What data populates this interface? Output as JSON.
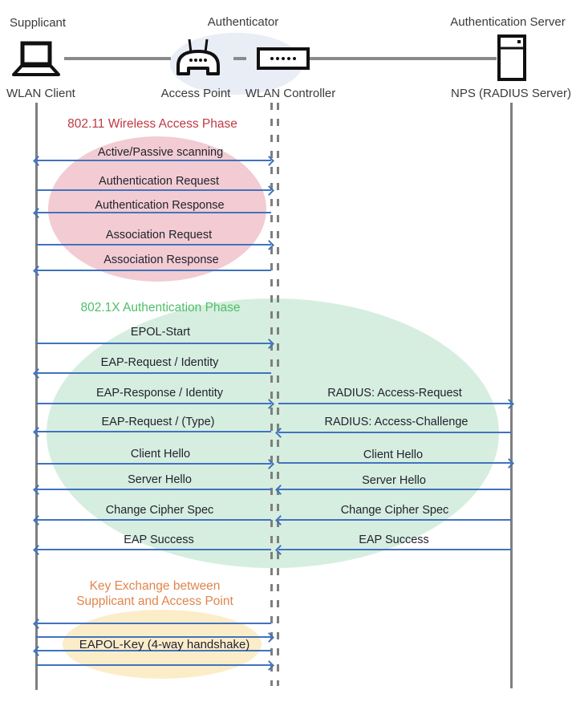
{
  "header": {
    "roles": {
      "supplicant": "Supplicant",
      "authenticator": "Authenticator",
      "auth_server": "Authentication Server"
    },
    "devices": {
      "client": "WLAN Client",
      "ap": "Access Point",
      "controller": "WLAN Controller",
      "server": "NPS (RADIUS Server)"
    }
  },
  "phases": {
    "wireless": {
      "title": "802.11 Wireless Access Phase",
      "color": "#BE3944",
      "fill": "#F2CCD2"
    },
    "dot1x": {
      "title": "802.1X Authentication Phase",
      "color": "#4FBE68",
      "fill": "#D6EEDF"
    },
    "key_exchange": {
      "title_line1": "Key Exchange between",
      "title_line2": "Supplicant and Access Point",
      "color": "#E2854B",
      "fill": "#FCEDC9"
    }
  },
  "messages": {
    "scanning": "Active/Passive scanning",
    "auth_request": "Authentication Request",
    "auth_response": "Authentication Response",
    "assoc_request": "Association Request",
    "assoc_response": "Association Response",
    "epol_start": "EPOL-Start",
    "eap_request_identity": "EAP-Request / Identity",
    "eap_response_identity": "EAP-Response / Identity",
    "radius_access_request": "RADIUS: Access-Request",
    "eap_request_type": "EAP-Request / (Type)",
    "radius_access_challenge": "RADIUS: Access-Challenge",
    "client_hello": "Client Hello",
    "server_hello": "Server Hello",
    "change_cipher": "Change Cipher Spec",
    "eap_success": "EAP Success",
    "eapol_key": "EAPOL-Key (4-way handshake)"
  },
  "colors": {
    "arrow": "#4173BE",
    "lifeline": "#7F7F7F",
    "header_ellipse": "#E9EDF6",
    "message_text": "#222230"
  }
}
